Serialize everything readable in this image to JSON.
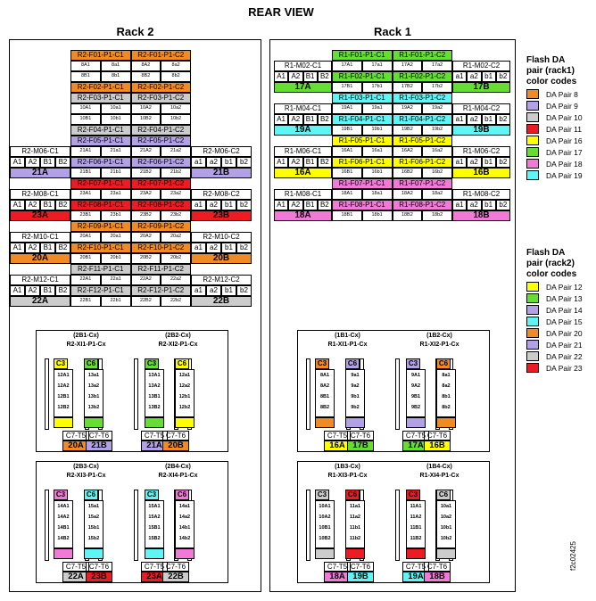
{
  "title": "REAR VIEW",
  "rack2_title": "Rack 2",
  "rack1_title": "Rack 1",
  "legend1": {
    "title": [
      "Flash DA",
      "pair (rack1)",
      "color codes"
    ],
    "items": [
      {
        "label": "DA Pair 8",
        "color": "#f08a24"
      },
      {
        "label": "DA Pair 9",
        "color": "#b3a1e6"
      },
      {
        "label": "DA Pair 10",
        "color": "#cccccc"
      },
      {
        "label": "DA Pair 11",
        "color": "#ed1c24"
      },
      {
        "label": "DA Pair 16",
        "color": "#ffff00"
      },
      {
        "label": "DA Pair 17",
        "color": "#66dd33"
      },
      {
        "label": "DA Pair 18",
        "color": "#f07ad6"
      },
      {
        "label": "DA Pair 19",
        "color": "#5ff5f5"
      }
    ]
  },
  "legend2": {
    "title": [
      "Flash DA",
      "pair (rack2)",
      "color codes"
    ],
    "items": [
      {
        "label": "DA Pair 12",
        "color": "#ffff00"
      },
      {
        "label": "DA Pair 13",
        "color": "#66dd33"
      },
      {
        "label": "DA Pair 14",
        "color": "#b3a1e6"
      },
      {
        "label": "DA Pair 15",
        "color": "#5ff5f5"
      },
      {
        "label": "DA Pair 20",
        "color": "#f08a24"
      },
      {
        "label": "DA Pair 21",
        "color": "#b3a1e6"
      },
      {
        "label": "DA Pair 22",
        "color": "#cccccc"
      },
      {
        "label": "DA Pair 23",
        "color": "#ed1c24"
      }
    ]
  },
  "figure_id": "f2c02425",
  "rack2": {
    "groups": [
      {
        "type": "F",
        "c1": "R2-F01-P1-C1",
        "c2": "R2-F01-P1-C2",
        "color": "#f08a24",
        "r1": [
          "8A1",
          "8a1",
          "8A2",
          "8a2"
        ],
        "r2": [
          "8B1",
          "8b1",
          "8B2",
          "8b2"
        ]
      },
      {
        "type": "F",
        "c1": "R2-F02-P1-C1",
        "c2": "R2-F02-P1-C2",
        "color": "#f08a24"
      },
      {
        "type": "F",
        "c1": "R2-F03-P1-C1",
        "c2": "R2-F03-P1-C2",
        "color": "#cccccc",
        "r1": [
          "10A1",
          "10a1",
          "10A2",
          "10a2"
        ],
        "r2": [
          "10B1",
          "10b1",
          "10B2",
          "10b2"
        ]
      },
      {
        "type": "F",
        "c1": "R2-F04-P1-C1",
        "c2": "R2-F04-P1-C2",
        "color": "#cccccc"
      },
      {
        "type": "F",
        "c1": "R2-F05-P1-C1",
        "c2": "R2-F05-P1-C2",
        "color": "#b3a1e6"
      },
      {
        "type": "M",
        "mc1": "R2-M06-C1",
        "mc2": "R2-M06-C2",
        "f1": "R2-F06-P1-C1",
        "f2": "R2-F06-P1-C2",
        "color": "#b3a1e6",
        "da": "21A",
        "db": "21B",
        "r1": [
          "21A1",
          "21a1",
          "21A2",
          "21a2"
        ],
        "r2": [
          "21B1",
          "21b1",
          "21B2",
          "21b2"
        ]
      },
      {
        "type": "F",
        "c1": "R2-F07-P1-C1",
        "c2": "R2-F07-P1-C2",
        "color": "#ed1c24"
      },
      {
        "type": "M",
        "mc1": "R2-M08-C1",
        "mc2": "R2-M08-C2",
        "f1": "R2-F08-P1-C1",
        "f2": "R2-F08-P1-C2",
        "color": "#ed1c24",
        "da": "23A",
        "db": "23B",
        "r1": [
          "23A1",
          "23a1",
          "23A2",
          "23a2"
        ],
        "r2": [
          "23B1",
          "23b1",
          "23B2",
          "23b2"
        ]
      },
      {
        "type": "F",
        "c1": "R2-F09-P1-C1",
        "c2": "R2-F09-P1-C2",
        "color": "#f08a24"
      },
      {
        "type": "M",
        "mc1": "R2-M10-C1",
        "mc2": "R2-M10-C2",
        "f1": "R2-F10-P1-C1",
        "f2": "R2-F10-P1-C2",
        "color": "#f08a24",
        "da": "20A",
        "db": "20B",
        "r1": [
          "20A1",
          "20a1",
          "20A2",
          "20a2"
        ],
        "r2": [
          "20B1",
          "20b1",
          "20B2",
          "20b2"
        ]
      },
      {
        "type": "F",
        "c1": "R2-F11-P1-C1",
        "c2": "R2-F11-P1-C2",
        "color": "#cccccc"
      },
      {
        "type": "M",
        "mc1": "R2-M12-C1",
        "mc2": "R2-M12-C2",
        "f1": "R2-F12-P1-C1",
        "f2": "R2-F12-P1-C2",
        "color": "#cccccc",
        "da": "22A",
        "db": "22B",
        "r1": [
          "22A1",
          "22a1",
          "22A2",
          "22a2"
        ],
        "r2": [
          "22B1",
          "22b1",
          "22B2",
          "22b2"
        ]
      }
    ]
  },
  "rack1": {
    "groups": [
      {
        "type": "F",
        "c1": "R1-F01-P1-C1",
        "c2": "R1-F01-P1-C2",
        "color": "#66dd33"
      },
      {
        "type": "M",
        "mc1": "R1-M02-C1",
        "mc2": "R1-M02-C2",
        "f1": "R1-F02-P1-C1",
        "f2": "R1-F02-P1-C2",
        "color": "#66dd33",
        "da": "17A",
        "db": "17B",
        "r1": [
          "17A1",
          "17a1",
          "17A2",
          "17a2"
        ],
        "r2": [
          "17B1",
          "17b1",
          "17B2",
          "17b2"
        ]
      },
      {
        "type": "F",
        "c1": "R1-F03-P1-C1",
        "c2": "R1-F03-P1-C2",
        "color": "#5ff5f5"
      },
      {
        "type": "M",
        "mc1": "R1-M04-C1",
        "mc2": "R1-M04-C2",
        "f1": "R1-F04-P1-C1",
        "f2": "R1-F04-P1-C2",
        "color": "#5ff5f5",
        "da": "19A",
        "db": "19B",
        "r1": [
          "19A1",
          "19a1",
          "19A2",
          "19a2"
        ],
        "r2": [
          "19B1",
          "19b1",
          "19B2",
          "19b2"
        ]
      },
      {
        "type": "F",
        "c1": "R1-F05-P1-C1",
        "c2": "R1-F05-P1-C2",
        "color": "#ffff00"
      },
      {
        "type": "M",
        "mc1": "R1-M06-C1",
        "mc2": "R1-M06-C2",
        "f1": "R1-F06-P1-C1",
        "f2": "R1-F06-P1-C2",
        "color": "#ffff00",
        "da": "16A",
        "db": "16B",
        "r1": [
          "16A1",
          "16a1",
          "16A2",
          "16a2"
        ],
        "r2": [
          "16B1",
          "16b1",
          "16B2",
          "16b2"
        ]
      },
      {
        "type": "F",
        "c1": "R1-F07-P1-C1",
        "c2": "R1-F07-P1-C2",
        "color": "#f07ad6"
      },
      {
        "type": "M",
        "mc1": "R1-M08-C1",
        "mc2": "R1-M08-C2",
        "f1": "R1-F08-P1-C1",
        "f2": "R1-F08-P1-C2",
        "color": "#f07ad6",
        "da": "18A",
        "db": "18B",
        "r1": [
          "18A1",
          "18a1",
          "18A2",
          "18a2"
        ],
        "r2": [
          "18B1",
          "18b1",
          "18B2",
          "18b2"
        ]
      }
    ]
  },
  "ports": {
    "headers": [
      "A1",
      "A2",
      "B1",
      "B2",
      "a1",
      "a2",
      "b1",
      "b2"
    ]
  },
  "enclosures": [
    {
      "h1": "(2B1-Cx)",
      "h2": "R2-XI1-P1-Cx",
      "h3": "(2B2-Cx)",
      "h4": "R2-XI2-P1-Cx",
      "slots": [
        {
          "hdr": "C3",
          "color": "#ffff00",
          "cells": [
            "12A1",
            "12A2",
            "12B1",
            "12B2"
          ]
        },
        {
          "hdr": "C6",
          "color": "#66dd33",
          "cells": [
            "13a1",
            "13a2",
            "13b1",
            "13b2"
          ]
        },
        {
          "hdr": "C3",
          "color": "#66dd33",
          "cells": [
            "13A1",
            "13A2",
            "13B1",
            "13B2"
          ]
        },
        {
          "hdr": "C6",
          "color": "#ffff00",
          "cells": [
            "12a1",
            "12a2",
            "12b1",
            "12b2"
          ]
        }
      ],
      "foot": [
        {
          "t": "C7-T5",
          "l": "20A",
          "c": "#f08a24"
        },
        {
          "t": "C7-T6",
          "l": "21B",
          "c": "#b3a1e6"
        },
        {
          "t": "C7-T5",
          "l": "21A",
          "c": "#b3a1e6"
        },
        {
          "t": "C7-T6",
          "l": "20B",
          "c": "#f08a24"
        }
      ]
    },
    {
      "h1": "(1B1-Cx)",
      "h2": "R1-XI1-P1-Cx",
      "h3": "(1B2-Cx)",
      "h4": "R1-XI2-P1-Cx",
      "slots": [
        {
          "hdr": "C3",
          "color": "#f08a24",
          "cells": [
            "8A1",
            "8A2",
            "8B1",
            "8B2"
          ]
        },
        {
          "hdr": "C6",
          "color": "#b3a1e6",
          "cells": [
            "9a1",
            "9a2",
            "9b1",
            "9b2"
          ]
        },
        {
          "hdr": "C3",
          "color": "#b3a1e6",
          "cells": [
            "9A1",
            "9A2",
            "9B1",
            "9B2"
          ]
        },
        {
          "hdr": "C6",
          "color": "#f08a24",
          "cells": [
            "8a1",
            "8a2",
            "8b1",
            "8b2"
          ]
        }
      ],
      "foot": [
        {
          "t": "C7-T5",
          "l": "16A",
          "c": "#ffff00"
        },
        {
          "t": "C7-T6",
          "l": "17B",
          "c": "#66dd33"
        },
        {
          "t": "C7-T5",
          "l": "17A",
          "c": "#66dd33"
        },
        {
          "t": "C7-T6",
          "l": "16B",
          "c": "#ffff00"
        }
      ]
    },
    {
      "h1": "(2B3-Cx)",
      "h2": "R2-XI3-P1-Cx",
      "h3": "(2B4-Cx)",
      "h4": "R2-XI4-P1-Cx",
      "slots": [
        {
          "hdr": "C3",
          "color": "#f07ad6",
          "cells": [
            "14A1",
            "14A2",
            "14B1",
            "14B2"
          ]
        },
        {
          "hdr": "C6",
          "color": "#5ff5f5",
          "cells": [
            "15a1",
            "15a2",
            "15b1",
            "15b2"
          ]
        },
        {
          "hdr": "C3",
          "color": "#5ff5f5",
          "cells": [
            "15A1",
            "15A2",
            "15B1",
            "15B2"
          ]
        },
        {
          "hdr": "C6",
          "color": "#f07ad6",
          "cells": [
            "14a1",
            "14a2",
            "14b1",
            "14b2"
          ]
        }
      ],
      "foot": [
        {
          "t": "C7-T5",
          "l": "22A",
          "c": "#cccccc"
        },
        {
          "t": "C7-T6",
          "l": "23B",
          "c": "#ed1c24"
        },
        {
          "t": "C7-T5",
          "l": "23A",
          "c": "#ed1c24"
        },
        {
          "t": "C7-T6",
          "l": "22B",
          "c": "#cccccc"
        }
      ]
    },
    {
      "h1": "(1B3-Cx)",
      "h2": "R1-XI3-P1-Cx",
      "h3": "(1B4-Cx)",
      "h4": "R1-XI4-P1-Cx",
      "slots": [
        {
          "hdr": "C3",
          "color": "#cccccc",
          "cells": [
            "10A1",
            "10A2",
            "10B1",
            "10B2"
          ]
        },
        {
          "hdr": "C6",
          "color": "#ed1c24",
          "cells": [
            "11a1",
            "11a2",
            "11b1",
            "11b2"
          ]
        },
        {
          "hdr": "C3",
          "color": "#ed1c24",
          "cells": [
            "11A1",
            "11A2",
            "11B1",
            "11B2"
          ]
        },
        {
          "hdr": "C6",
          "color": "#cccccc",
          "cells": [
            "10a1",
            "10a2",
            "10b1",
            "10b2"
          ]
        }
      ],
      "foot": [
        {
          "t": "C7-T5",
          "l": "18A",
          "c": "#f07ad6"
        },
        {
          "t": "C7-T6",
          "l": "19B",
          "c": "#5ff5f5"
        },
        {
          "t": "C7-T5",
          "l": "19A",
          "c": "#5ff5f5"
        },
        {
          "t": "C7-T6",
          "l": "18B",
          "c": "#f07ad6"
        }
      ]
    }
  ]
}
